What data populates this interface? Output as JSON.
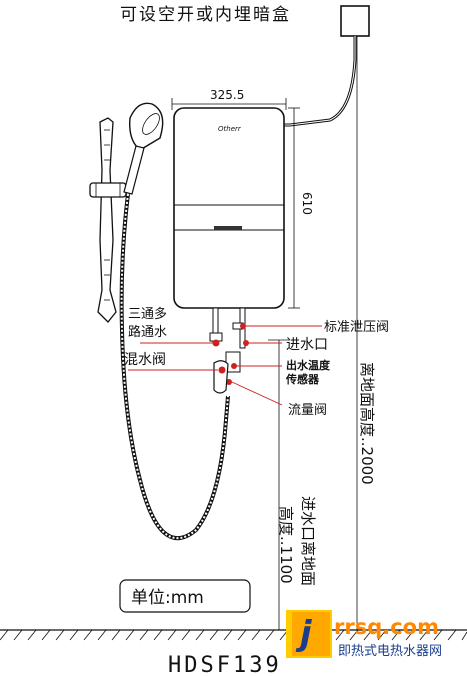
{
  "header": {
    "title": "可设空开或内埋暗盒"
  },
  "dimensions": {
    "width_label": "325.5",
    "height_label": "610"
  },
  "heater": {
    "brand": "Otherr"
  },
  "labels": {
    "three_way_line1": "三通多",
    "three_way_line2": "路通水",
    "mixing_valve": "混水阀",
    "pressure_relief_valve": "标准泄压阀",
    "water_inlet": "进水口",
    "outlet_temp_line1": "出水温度",
    "outlet_temp_line2": "传感器",
    "flow_valve": "流量阀"
  },
  "heights": {
    "ground_2000": "离地面高度..2000",
    "inlet_1100_label": "进水口离地面",
    "inlet_1100_value": "高度..1100"
  },
  "unit": {
    "label": "单位:mm"
  },
  "model": {
    "name": "HDSF139"
  },
  "watermark": {
    "letter": "j",
    "domain": "rrsq.com",
    "tagline": "即热式电热水器网"
  },
  "colors": {
    "accent_red": "#cc2222",
    "watermark_orange": "#ff8800",
    "watermark_blue": "#1a3d8f",
    "line": "#111111"
  }
}
